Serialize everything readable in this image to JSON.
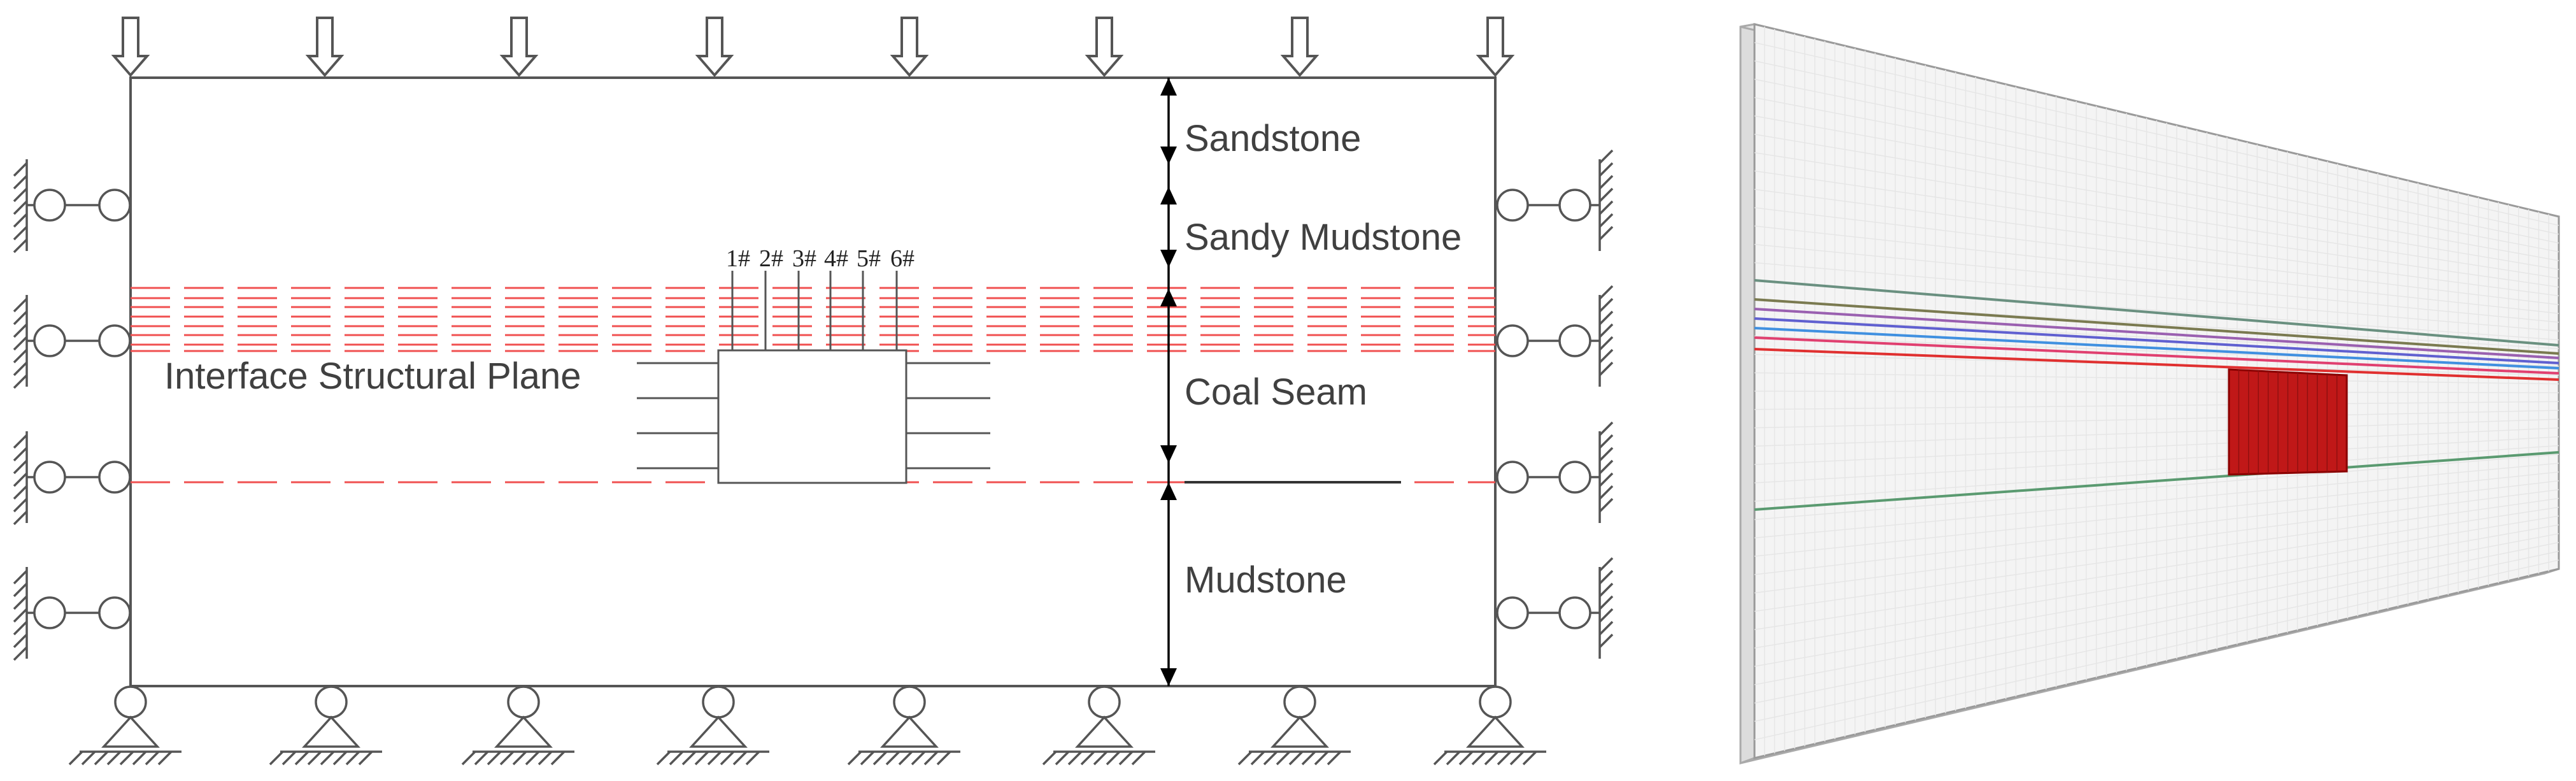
{
  "left_diagram": {
    "layers": [
      {
        "id": "sandstone",
        "label": "Sandstone"
      },
      {
        "id": "sandy-mudstone",
        "label": "Sandy Mudstone"
      },
      {
        "id": "coal-seam",
        "label": "Coal Seam"
      },
      {
        "id": "mudstone",
        "label": "Mudstone"
      }
    ],
    "interface_label": "Interface Structural Plane",
    "markers": [
      "1#",
      "2#",
      "3#",
      "4#",
      "5#",
      "6#"
    ],
    "colors": {
      "outline": "#555555",
      "interface_dashes": "#f05050",
      "dimension_arrows": "#000000"
    }
  },
  "right_model": {
    "colors": {
      "block_frame": "#d4d4d4",
      "mesh": "#e6e6e6",
      "excavation": "#c01818",
      "top_interface": "#6a9080",
      "bottom_interface": "#5a9a70",
      "band_colors": [
        "#7a7a50",
        "#9a60b0",
        "#6060d0",
        "#4090e0",
        "#e04070",
        "#e03030"
      ]
    }
  }
}
